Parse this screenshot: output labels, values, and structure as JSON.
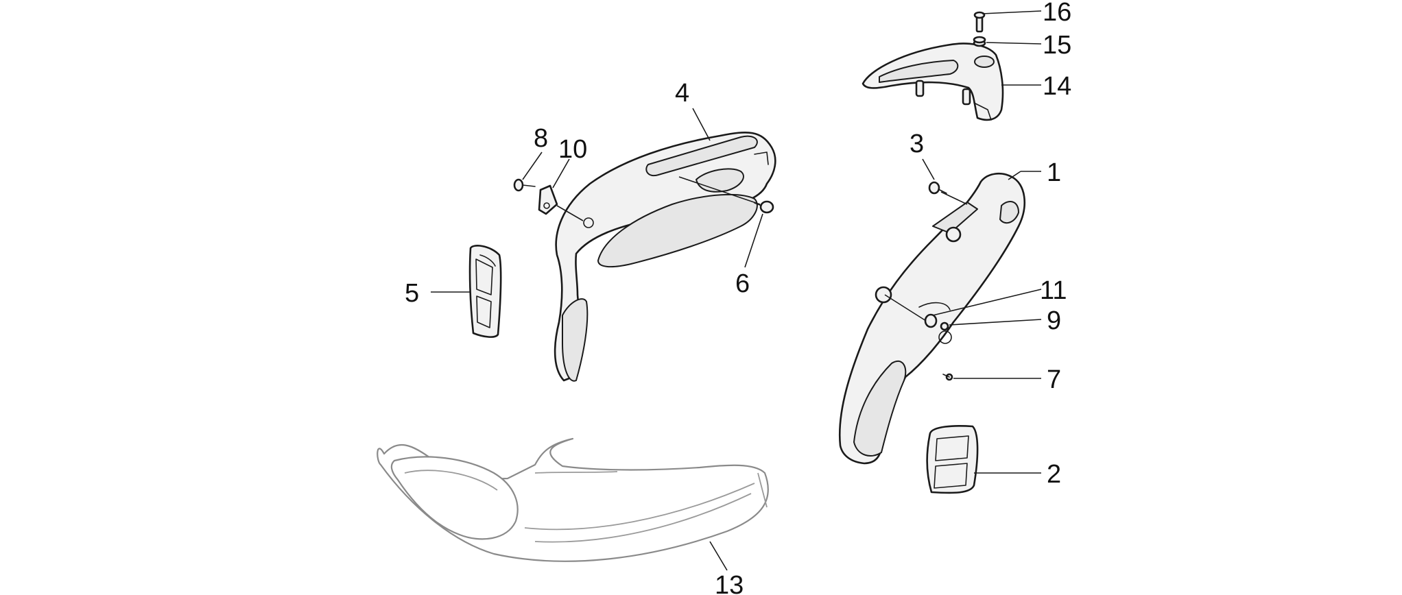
{
  "callouts": {
    "c1": "1",
    "c2": "2",
    "c3": "3",
    "c4": "4",
    "c5": "5",
    "c6": "6",
    "c7": "7",
    "c8": "8",
    "c9": "9",
    "c10": "10",
    "c11": "11",
    "c13": "13",
    "c14": "14",
    "c15": "15",
    "c16": "16"
  }
}
